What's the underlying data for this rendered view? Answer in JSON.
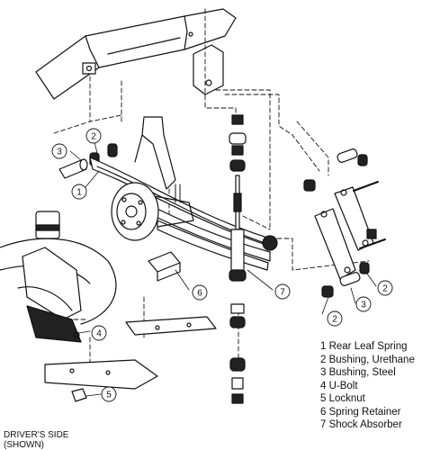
{
  "callouts": {
    "c1": "1",
    "c2a": "2",
    "c3a": "3",
    "c4": "4",
    "c5": "5",
    "c6": "6",
    "c7": "7",
    "c2b": "2",
    "c2c": "2",
    "c3b": "3"
  },
  "legend": [
    "1 Rear Leaf Spring",
    "2 Bushing, Urethane",
    "3 Bushing, Steel",
    "4 U-Bolt",
    "5 Locknut",
    "6 Spring Retainer",
    "7 Shock Absorber"
  ],
  "side_label": {
    "line1": "DRIVER'S SIDE",
    "line2": "(SHOWN)"
  }
}
